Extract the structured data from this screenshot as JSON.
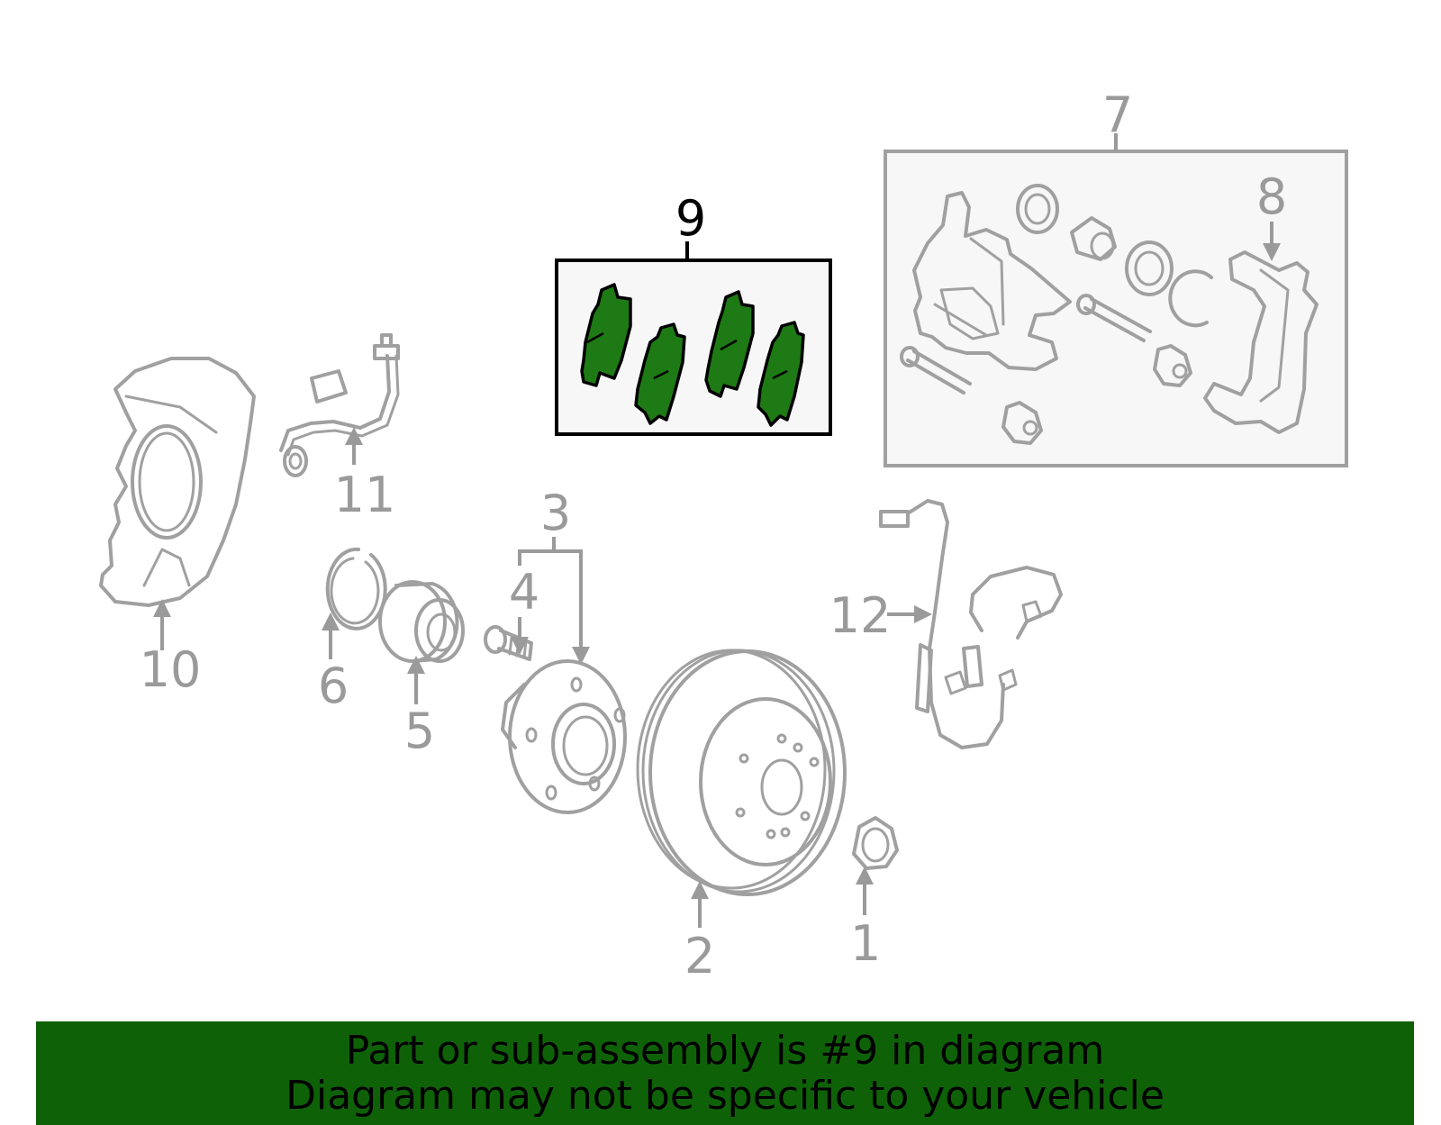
{
  "diagram": {
    "highlighted_part": "9",
    "colors": {
      "highlight": "#1e7a14",
      "part_outline": "#a0a0a0",
      "callout_text": "#9a9a9a",
      "banner_bg": "#0f6108"
    },
    "callouts": {
      "c1": "1",
      "c2": "2",
      "c3": "3",
      "c4": "4",
      "c5": "5",
      "c6": "6",
      "c7": "7",
      "c8": "8",
      "c9": "9",
      "c10": "10",
      "c11": "11",
      "c12": "12"
    }
  },
  "banner": {
    "line1": "Part or sub-assembly is #9 in diagram",
    "line2": "Diagram may not be specific to your vehicle"
  }
}
